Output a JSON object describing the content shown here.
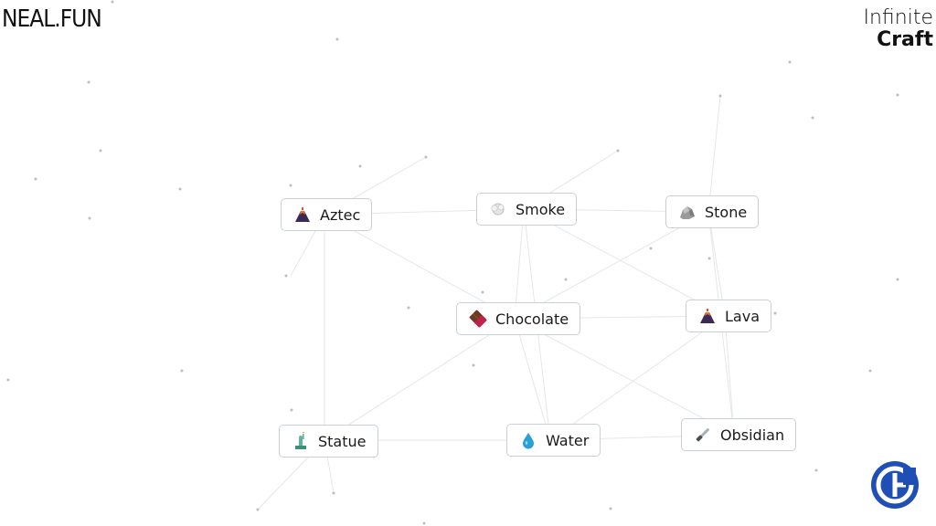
{
  "header": {
    "site_logo": "NEAL.FUN",
    "app_title_line1": "Infinite",
    "app_title_line2": "Craft"
  },
  "items": [
    {
      "label": "Aztec",
      "icon": "volcano-icon"
    },
    {
      "label": "Smoke",
      "icon": "smoke-icon"
    },
    {
      "label": "Stone",
      "icon": "rock-icon"
    },
    {
      "label": "Chocolate",
      "icon": "chocolate-bar-icon"
    },
    {
      "label": "Lava",
      "icon": "volcano-icon"
    },
    {
      "label": "Statue",
      "icon": "statue-of-liberty-icon"
    },
    {
      "label": "Water",
      "icon": "droplet-icon"
    },
    {
      "label": "Obsidian",
      "icon": "knife-icon"
    }
  ],
  "watermark": {
    "icon": "gamerevolution-logo-icon",
    "color": "#1f4fb4"
  }
}
